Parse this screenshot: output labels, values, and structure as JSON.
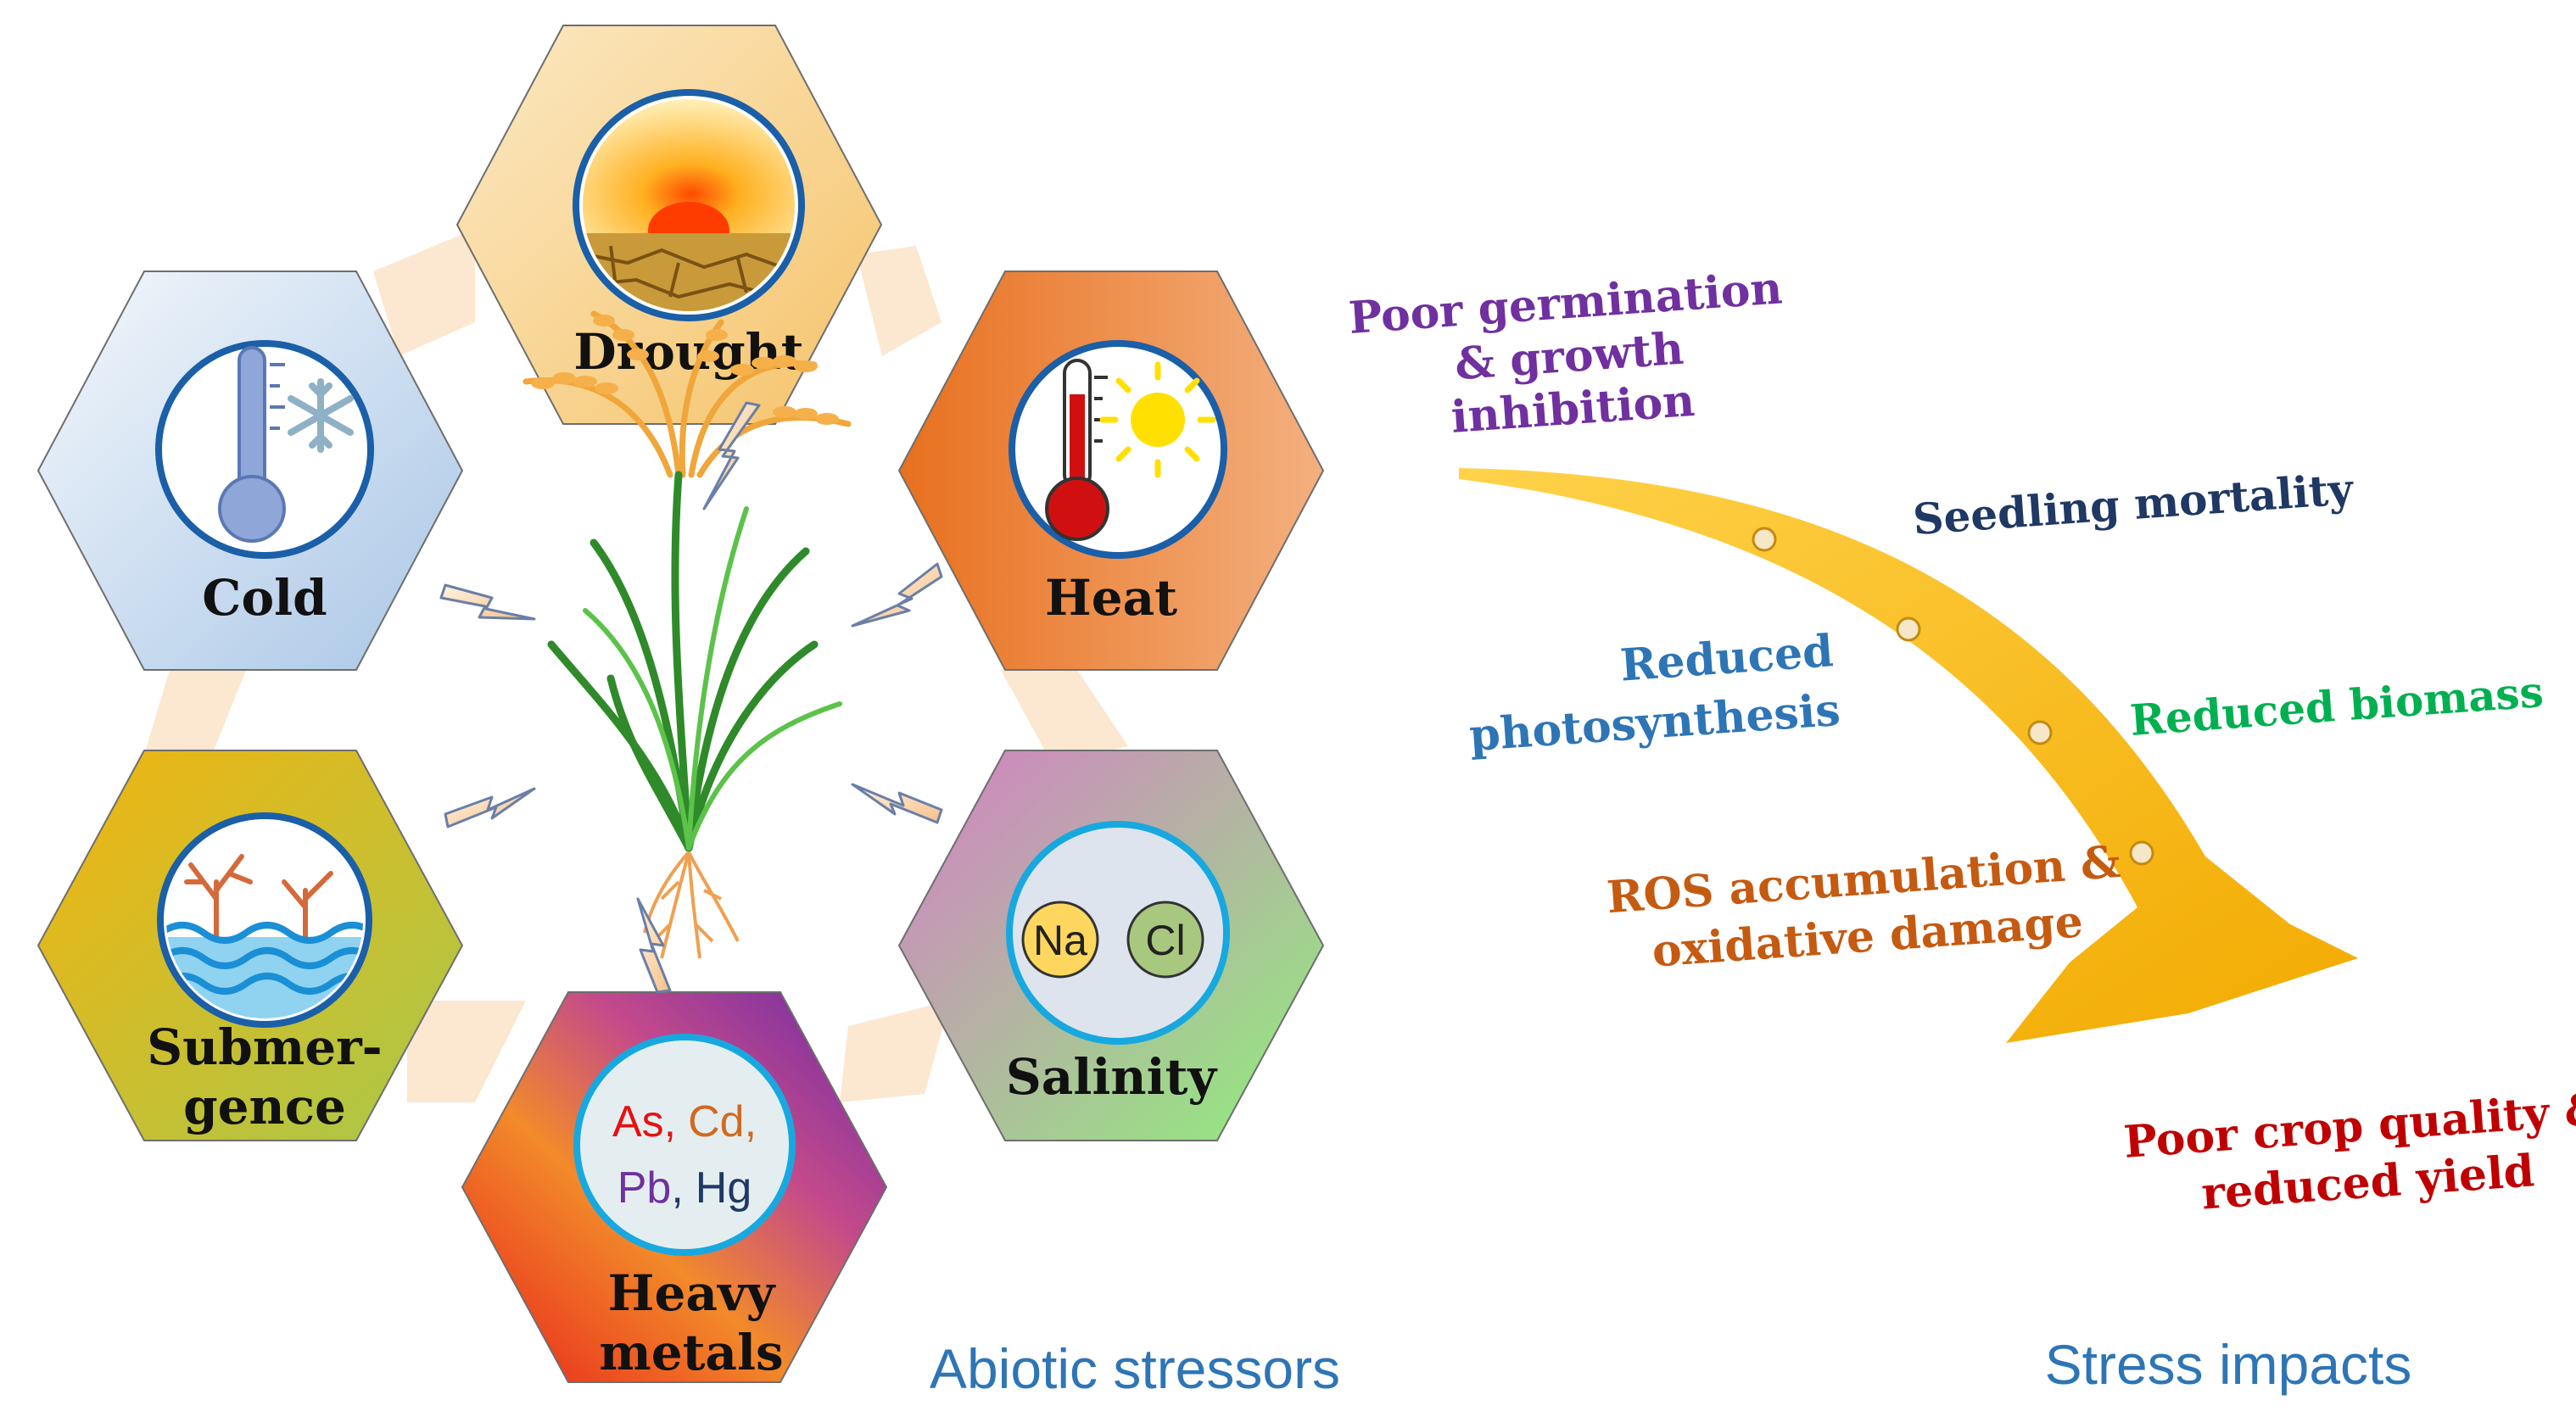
{
  "stressors": {
    "drought": "Drought",
    "cold": "Cold",
    "heat": "Heat",
    "submergence_line1": "Submer-",
    "submergence_line2": "gence",
    "salinity": "Salinity",
    "heavy_metals_line1": "Heavy",
    "heavy_metals_line2": "metals"
  },
  "salinity_ions": {
    "na": "Na",
    "cl": "Cl"
  },
  "heavy_metal_elements": {
    "as": "As,",
    "cd": "Cd,",
    "pb": "Pb",
    "comma": ",",
    "hg": "Hg"
  },
  "section_labels": {
    "abiotic": "Abiotic stressors",
    "impacts": "Stress impacts"
  },
  "impacts": {
    "germination_1": "Poor germination",
    "germination_2": "& growth",
    "germination_3": "inhibition",
    "seedling": "Seedling mortality",
    "photo_1": "Reduced",
    "photo_2": "photosynthesis",
    "biomass": "Reduced biomass",
    "ros_1": "ROS accumulation &",
    "ros_2": "oxidative damage",
    "yield_1": "Poor crop quality &",
    "yield_2": "reduced yield"
  },
  "colors": {
    "germination": "#7030a0",
    "seedling": "#1f3864",
    "photosynthesis": "#2e75b6",
    "biomass": "#00b050",
    "ros": "#c55a11",
    "yield": "#c00000",
    "section_label": "#2e75b6",
    "arrow": "#f5b800"
  }
}
